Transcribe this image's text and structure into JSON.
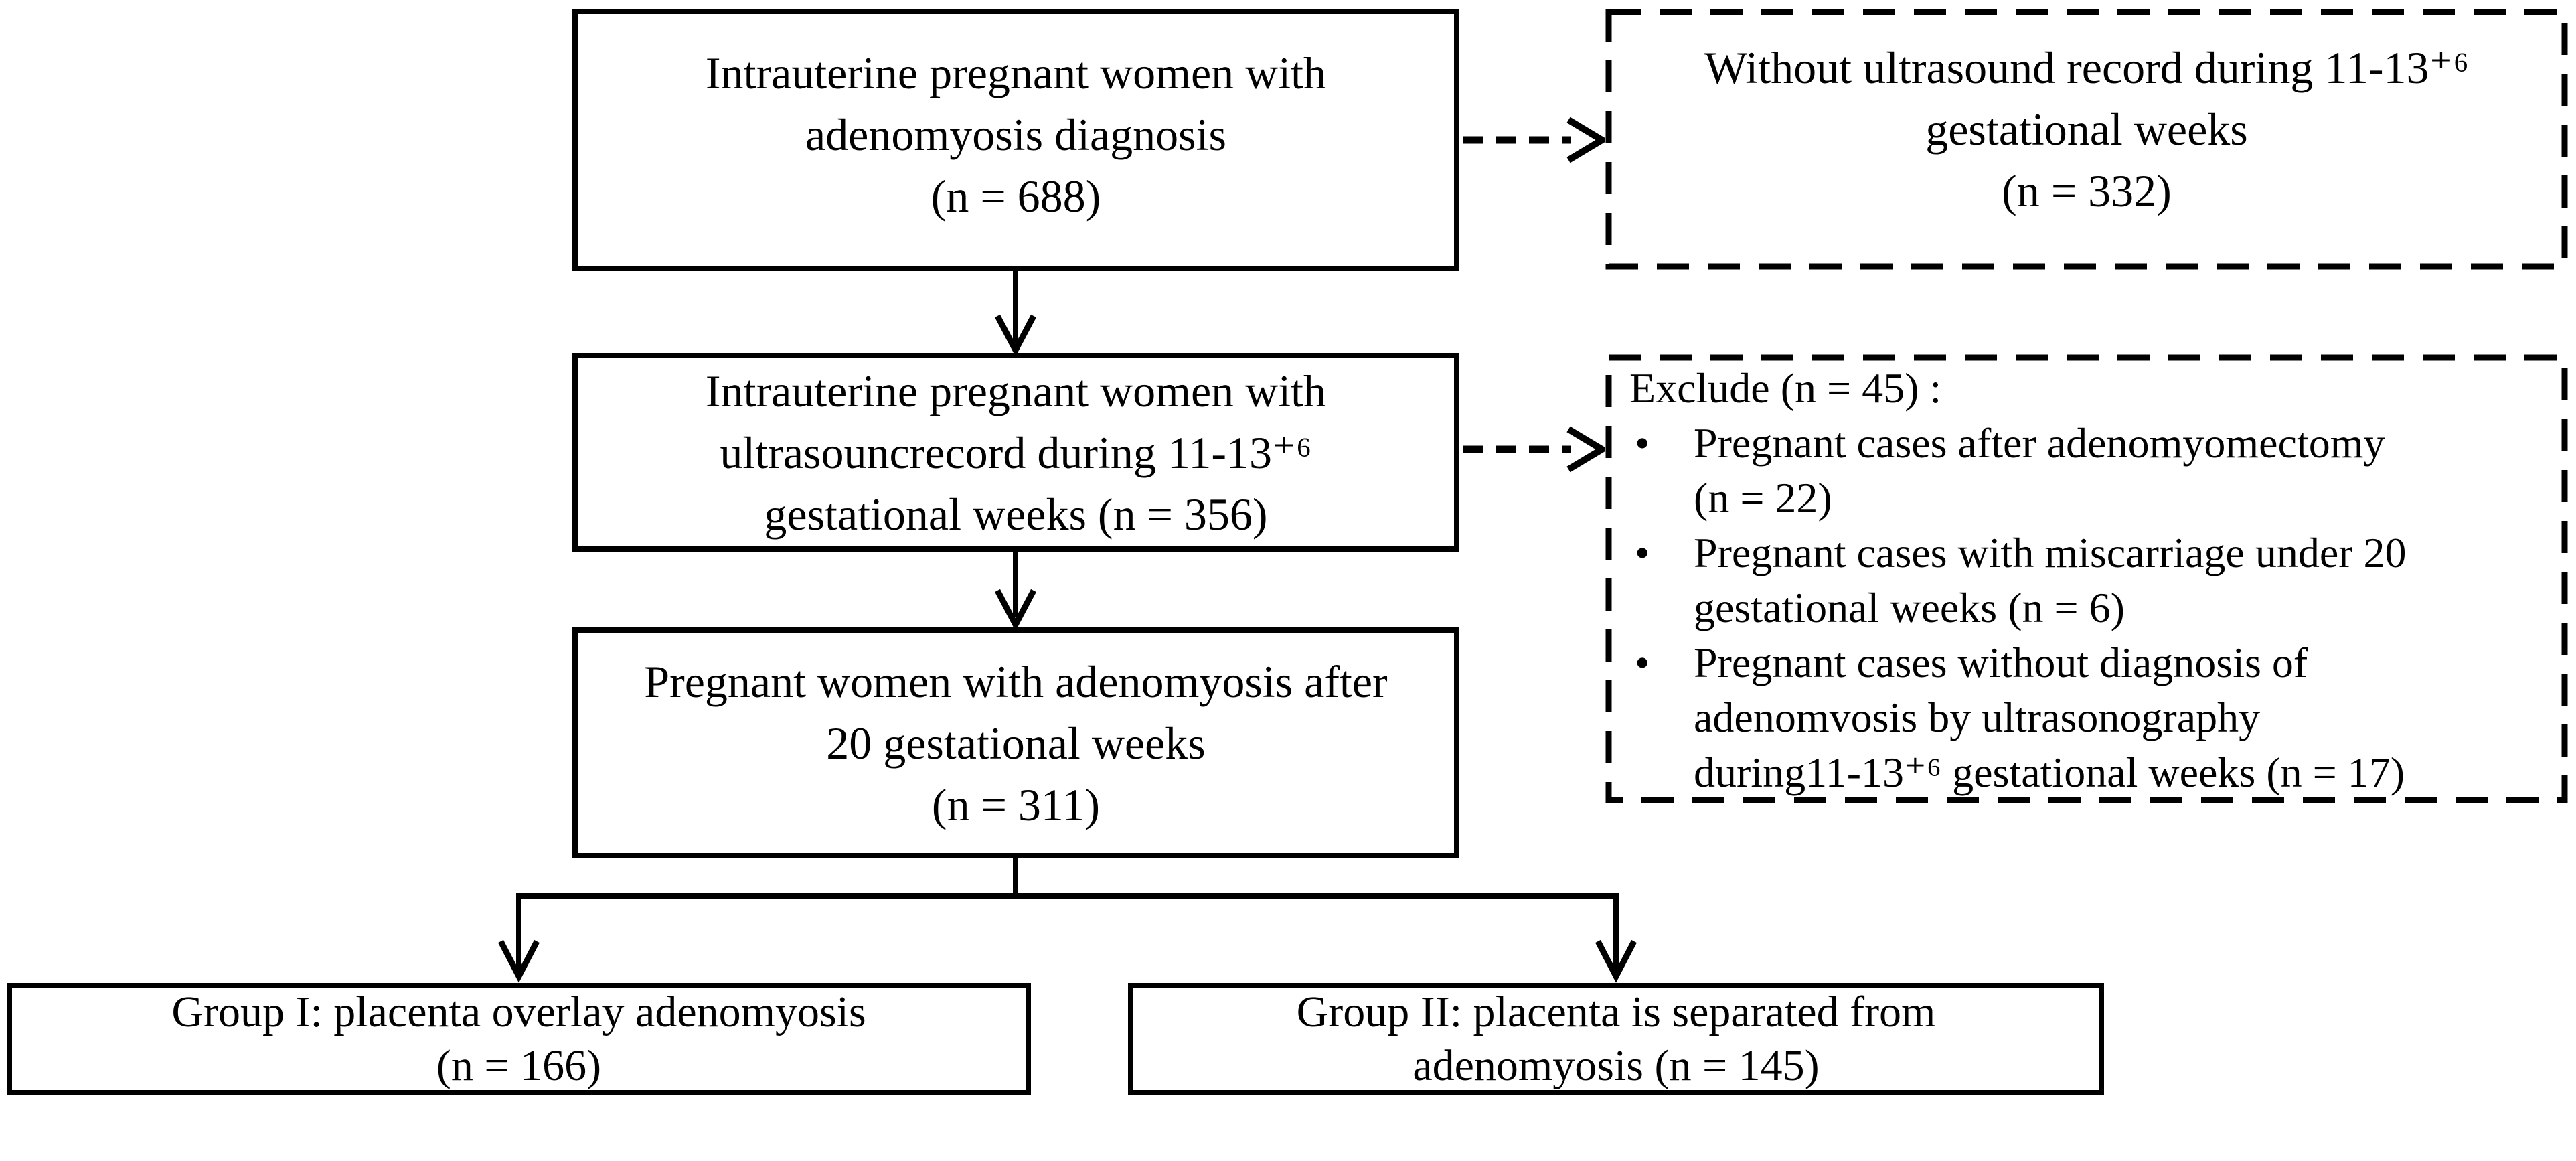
{
  "diagram": {
    "colors": {
      "line": "#000000",
      "background": "#ffffff"
    },
    "bullet_glyph": "•",
    "boxes": {
      "intrauterine_diagnosis": {
        "lines": [
          "Intrauterine pregnant women with",
          "adenomyosis diagnosis",
          "(n = 688)"
        ]
      },
      "without_ultrasound": {
        "lines": [
          "Without ultrasound record during 11-13⁺⁶",
          "gestational weeks",
          "(n = 332)"
        ]
      },
      "ultrasound_record": {
        "lines": [
          "Intrauterine pregnant women with",
          "ultrasouncrecord during 11-13⁺⁶",
          "gestational weeks (n = 356)"
        ]
      },
      "exclusion": {
        "title": "Exclude (n = 45) :",
        "bullets": [
          {
            "lines": [
              "Pregnant cases after adenomyomectomy",
              "(n = 22)"
            ]
          },
          {
            "lines": [
              "Pregnant cases with miscarriage under 20",
              "gestational weeks (n = 6)"
            ]
          },
          {
            "lines": [
              "Pregnant cases without diagnosis of",
              "adenomvosis by ultrasonography",
              "during11-13⁺⁶ gestational weeks (n = 17)"
            ]
          }
        ]
      },
      "after_20_weeks": {
        "lines": [
          "Pregnant women with adenomyosis after",
          "20 gestational weeks",
          "(n = 311)"
        ]
      },
      "group_1": {
        "lines": [
          "Group I: placenta overlay adenomyosis",
          "(n = 166)"
        ]
      },
      "group_2": {
        "lines": [
          "Group II: placenta is separated from",
          "adenomyosis (n = 145)"
        ]
      }
    }
  }
}
